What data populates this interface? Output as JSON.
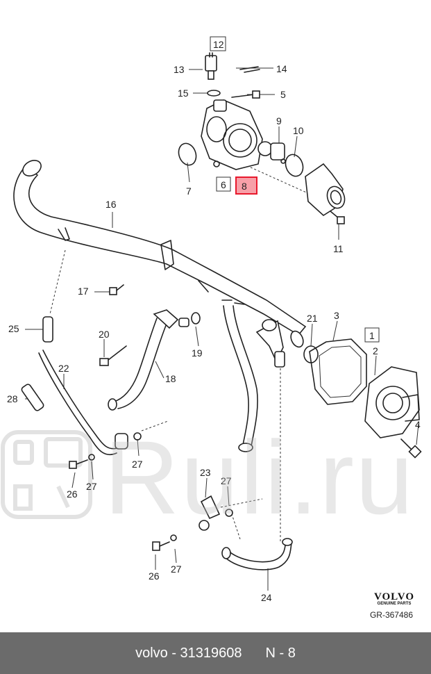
{
  "labels": {
    "l12": "12",
    "l13": "13",
    "l14": "14",
    "l15": "15",
    "l5": "5",
    "l9": "9",
    "l10": "10",
    "l7": "7",
    "l6": "6",
    "l8": "8",
    "l11": "11",
    "l16": "16",
    "l17": "17",
    "l25": "25",
    "l20": "20",
    "l19": "19",
    "l18": "18",
    "l21": "21",
    "l3": "3",
    "l1": "1",
    "l2": "2",
    "l22": "22",
    "l28": "28",
    "l4": "4",
    "l27a": "27",
    "l27b": "27",
    "l26a": "26",
    "l23": "23",
    "l27c": "27",
    "l26b": "26",
    "l27d": "27",
    "l24": "24"
  },
  "highlight_color": "#e8182c",
  "highlight_fill": "#f7a0a8",
  "brand": {
    "name": "VOLVO",
    "sub": "GENUINE PARTS"
  },
  "ref_code": "GR-367486",
  "watermark": "Ruli.ru",
  "footer": {
    "part": "volvo - 31319608",
    "page": "N - 8"
  }
}
